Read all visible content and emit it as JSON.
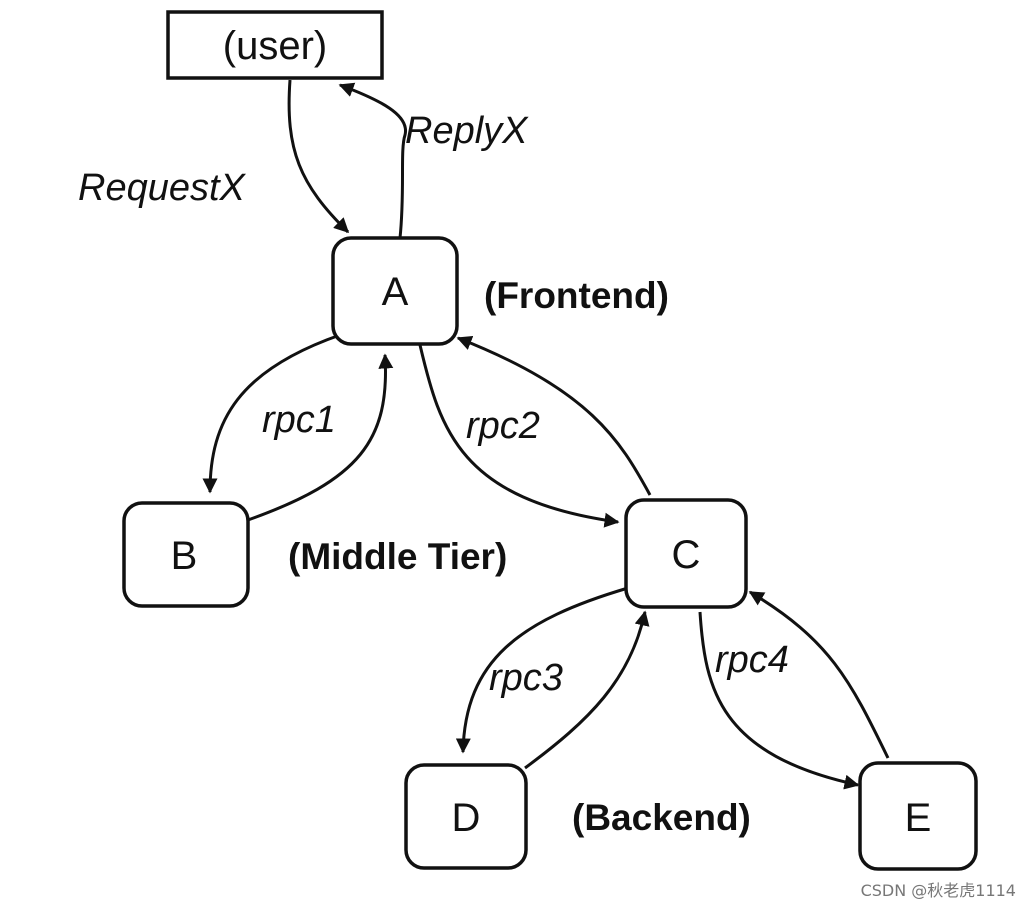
{
  "nodes": {
    "user": "(user)",
    "a": "A",
    "b": "B",
    "c": "C",
    "d": "D",
    "e": "E"
  },
  "tiers": {
    "frontend": "(Frontend)",
    "middle": "(Middle Tier)",
    "backend": "(Backend)"
  },
  "edges": {
    "request": "RequestX",
    "reply": "ReplyX",
    "rpc1": "rpc1",
    "rpc2": "rpc2",
    "rpc3": "rpc3",
    "rpc4": "rpc4"
  },
  "watermark": "CSDN @秋老虎1114"
}
